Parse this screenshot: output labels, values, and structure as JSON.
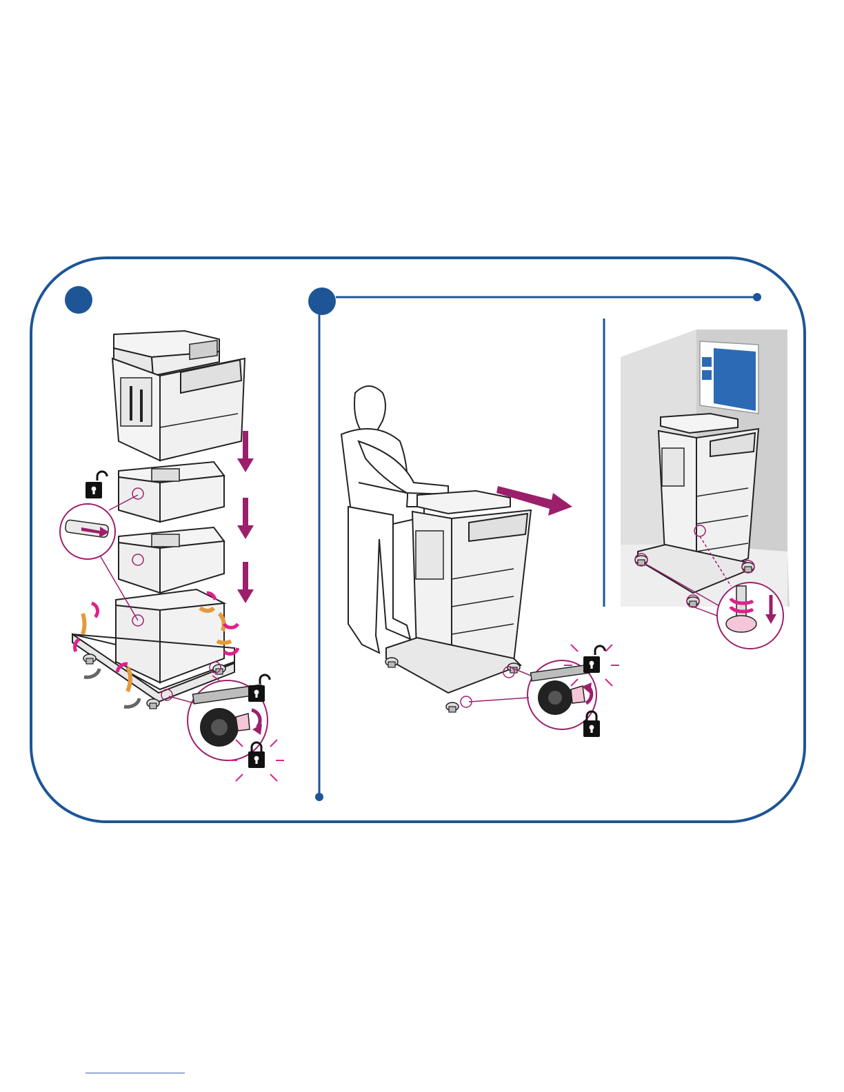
{
  "colors": {
    "frame": "#1d5597",
    "accent": "#9c1f6b",
    "magenta": "#e0208a",
    "orange": "#e49a3c",
    "device_fill": "#f4f4f4",
    "device_stroke": "#222222",
    "wall": "#d7d7d7",
    "poster": "#2d6ab5"
  },
  "panels": [
    {
      "step_marker": "step-1-marker",
      "illustration": "stack-trays-and-unlock-casters"
    },
    {
      "step_marker": "step-2-marker",
      "illustration": "roll-printer-and-lock-casters"
    }
  ],
  "icons": [
    "unlock-icon",
    "lock-icon",
    "down-arrow-icon",
    "rotate-arrow-icon",
    "push-arrow-icon"
  ]
}
